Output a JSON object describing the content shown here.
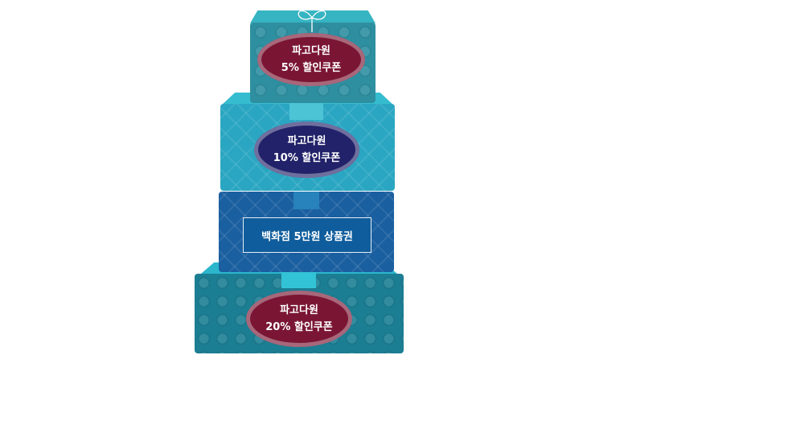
{
  "gifts": [
    {
      "line1": "파고다원",
      "line2": "5% 할인쿠폰"
    },
    {
      "line1": "파고다원",
      "line2": "10% 할인쿠폰"
    },
    {
      "label": "백화점 5만원 상품권"
    },
    {
      "line1": "파고다원",
      "line2": "20% 할인쿠폰"
    }
  ],
  "colors": {
    "maroon": "#7a1634",
    "navy": "#22226a",
    "teal": "#2aa6c2",
    "blue": "#1a5fa0",
    "darkteal": "#1a7d93"
  }
}
